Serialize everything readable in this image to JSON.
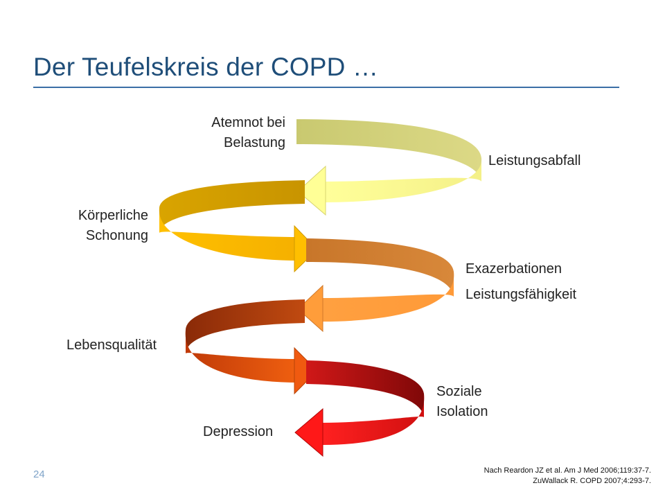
{
  "slide": {
    "title": "Der Teufelskreis der COPD …",
    "page_number": "24"
  },
  "labels": {
    "atemnot_line1": "Atemnot bei",
    "atemnot_line2": "Belastung",
    "leistungsabfall": "Leistungsabfall",
    "schonung_line1": "Körperliche",
    "schonung_line2": "Schonung",
    "exazerbationen": "Exazerbationen",
    "leistungsfaehigkeit": "Leistungsfähigkeit",
    "lebensqualitaet": "Lebensqualität",
    "soziale_line1": "Soziale",
    "soziale_line2": "Isolation",
    "depression": "Depression"
  },
  "references": {
    "line1": "Nach Reardon JZ et al. Am J Med 2006;119:37-7.",
    "line2": "ZuWallack R. COPD 2007;4:293-7."
  },
  "colors": {
    "title": "#1F4E79",
    "rule": "#3A6EA5",
    "loop1": "#C9C96E",
    "loop2": "#F0B400",
    "loop3": "#E08A30",
    "loop4": "#C0501A",
    "loop5": "#B01010",
    "arrow_bottom": "#FF1010"
  }
}
